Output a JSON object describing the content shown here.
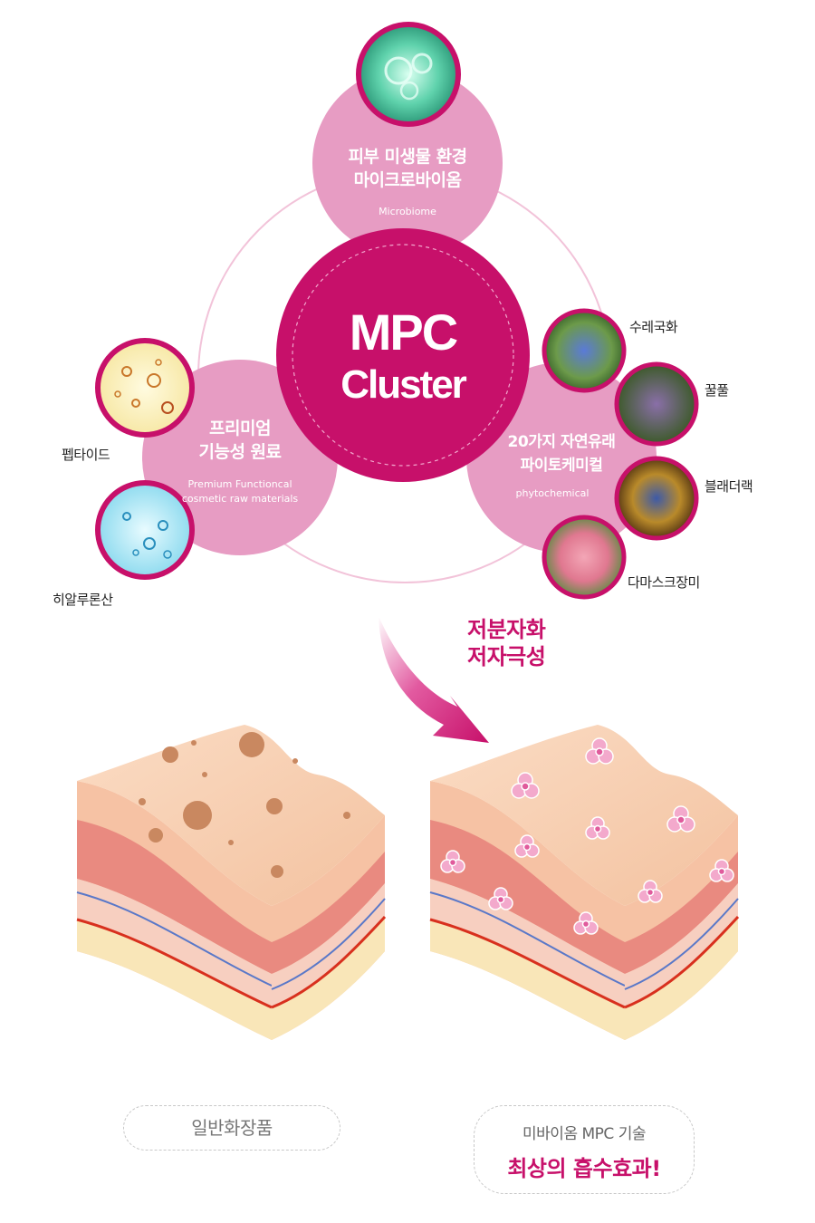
{
  "center": {
    "line1": "MPC",
    "line2": "Cluster"
  },
  "microbiome": {
    "title1": "피부 미생물 환경",
    "title2": "마이크로바이옴",
    "sub": "Microbiome"
  },
  "premium": {
    "title1": "프리미엄",
    "title2": "기능성 원료",
    "sub1": "Premium Functioncal",
    "sub2": "cosmetic raw materials"
  },
  "phyto": {
    "title1": "20가지 자연유래",
    "title2": "파이토케미컬",
    "sub": "phytochemical"
  },
  "ingredients": {
    "peptide": "펩타이드",
    "hyaluronic": "히알루론산",
    "cornflower": "수레국화",
    "selfheal": "꿀풀",
    "bladderwrack": "블래더랙",
    "damask_rose": "다마스크장미"
  },
  "arrow": {
    "line1": "저분자화",
    "line2": "저자극성"
  },
  "captions": {
    "left": "일반화장품",
    "right_line1": "미바이옴 MPC 기술",
    "right_line2": "최상의 흡수효과!"
  },
  "colors": {
    "magenta": "#c7106a",
    "pink": "#e79cc3",
    "ring": "#f2c3d9"
  }
}
